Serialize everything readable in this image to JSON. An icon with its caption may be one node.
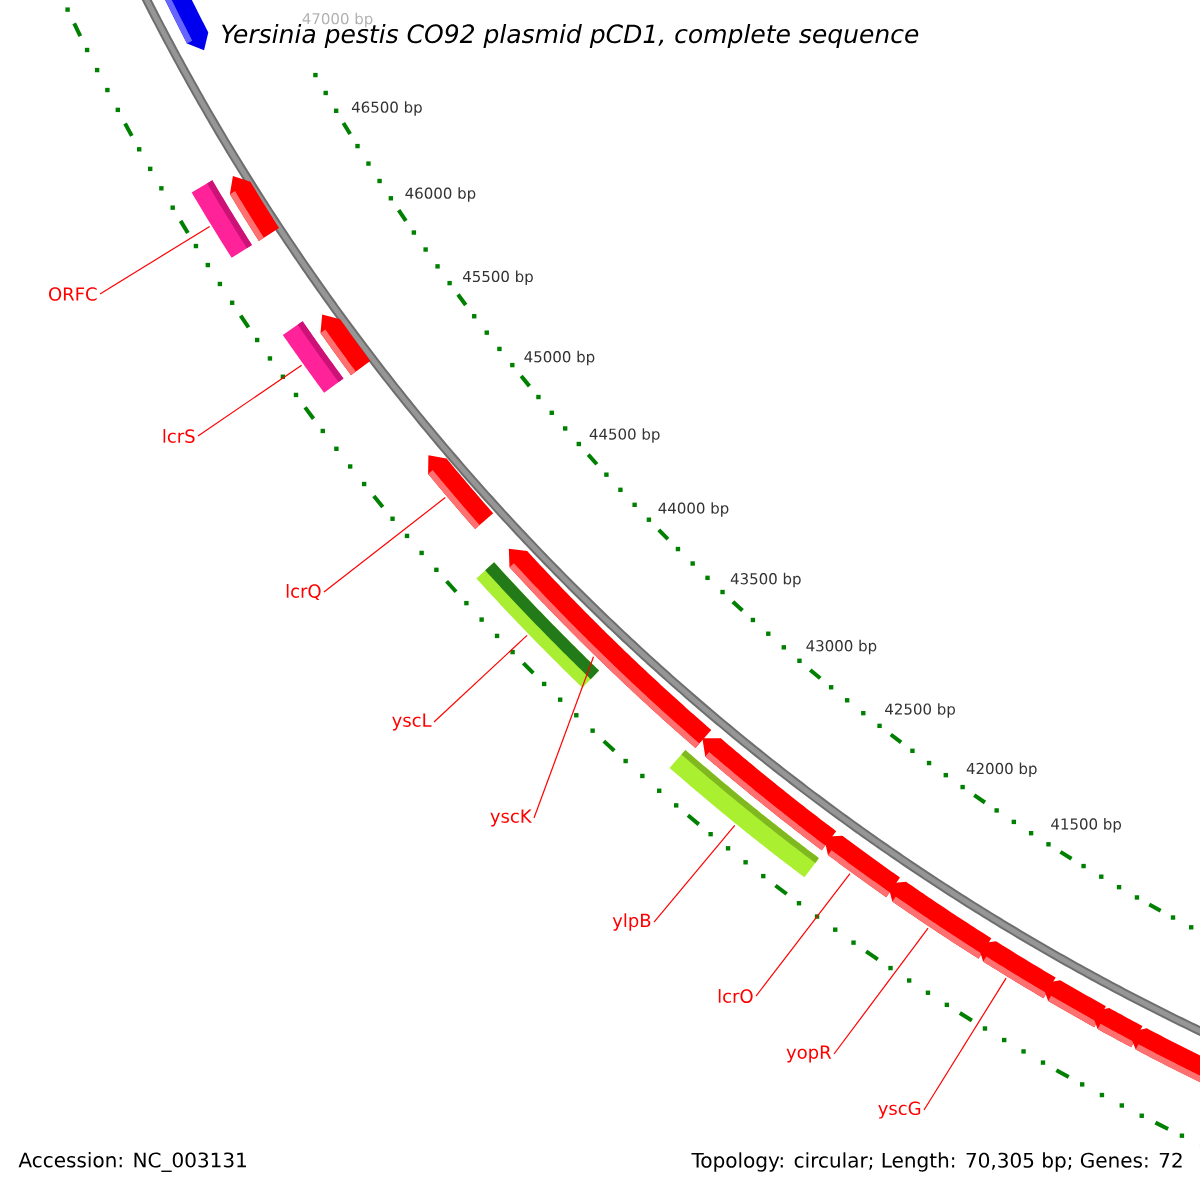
{
  "diagram": {
    "title": "Yersinia pestis CO92 plasmid pCD1, complete sequence",
    "nodes": [
      {
        "text": [],
        "shape": "bar"
      },
      {
        "text": [],
        "shape": "bar"
      },
      {
        "text": [],
        "shape": "bar"
      },
      {
        "text": [],
        "shape": "bar"
      },
      {
        "text": [],
        "shape": "bar"
      },
      {
        "text": [],
        "shape": "bar"
      },
      {
        "text": [],
        "shape": "bar"
      },
      {
        "text": [],
        "shape": "bar"
      },
      {
        "text": [],
        "shape": "bar"
      },
      {
        "text": [],
        "shape": "bar"
      },
      {
        "text": [],
        "shape": "bar"
      },
      {
        "text": [],
        "shape": "bar"
      },
      {
        "text": [],
        "shape": "bar"
      },
      {
        "text": [],
        "shape": "bar"
      },
      {
        "text": [],
        "shape": "bar"
      },
      {
        "text": [],
        "shape": "bar"
      },
      {
        "text": [
          "ORFC"
        ]
      },
      {
        "text": [
          "lcrS"
        ]
      },
      {
        "text": [
          "lcrQ"
        ]
      },
      {
        "text": [
          "yscL"
        ]
      },
      {
        "text": [
          "yscK"
        ]
      },
      {
        "text": [
          "ylpB"
        ]
      },
      {
        "text": [
          "lcrO"
        ]
      },
      {
        "text": [
          "yopR"
        ]
      },
      {
        "text": [
          "yscG"
        ]
      }
    ],
    "edges": [
      {
        "from": 16,
        "to": 2,
        "arrow": "none"
      },
      {
        "from": 17,
        "to": 4,
        "arrow": "none"
      },
      {
        "from": 18,
        "to": 5,
        "arrow": "none"
      },
      {
        "from": 19,
        "to": 6,
        "arrow": "none"
      },
      {
        "from": 20,
        "to": 7,
        "arrow": "none"
      },
      {
        "from": 21,
        "to": 8,
        "arrow": "none"
      },
      {
        "from": 22,
        "to": 10,
        "arrow": "none"
      },
      {
        "from": 23,
        "to": 11,
        "arrow": "none"
      },
      {
        "from": 24,
        "to": 12,
        "arrow": "none"
      }
    ],
    "labels": [
      "47000 bp",
      "46500 bp",
      "46000 bp",
      "45500 bp",
      "45000 bp",
      "44500 bp",
      "44000 bp",
      "43500 bp",
      "43000 bp",
      "42500 bp",
      "42000 bp",
      "41500 bp",
      "Accession: NC_003131",
      "Topology: circular; Length: 70,305 bp; Genes: 72"
    ]
  }
}
